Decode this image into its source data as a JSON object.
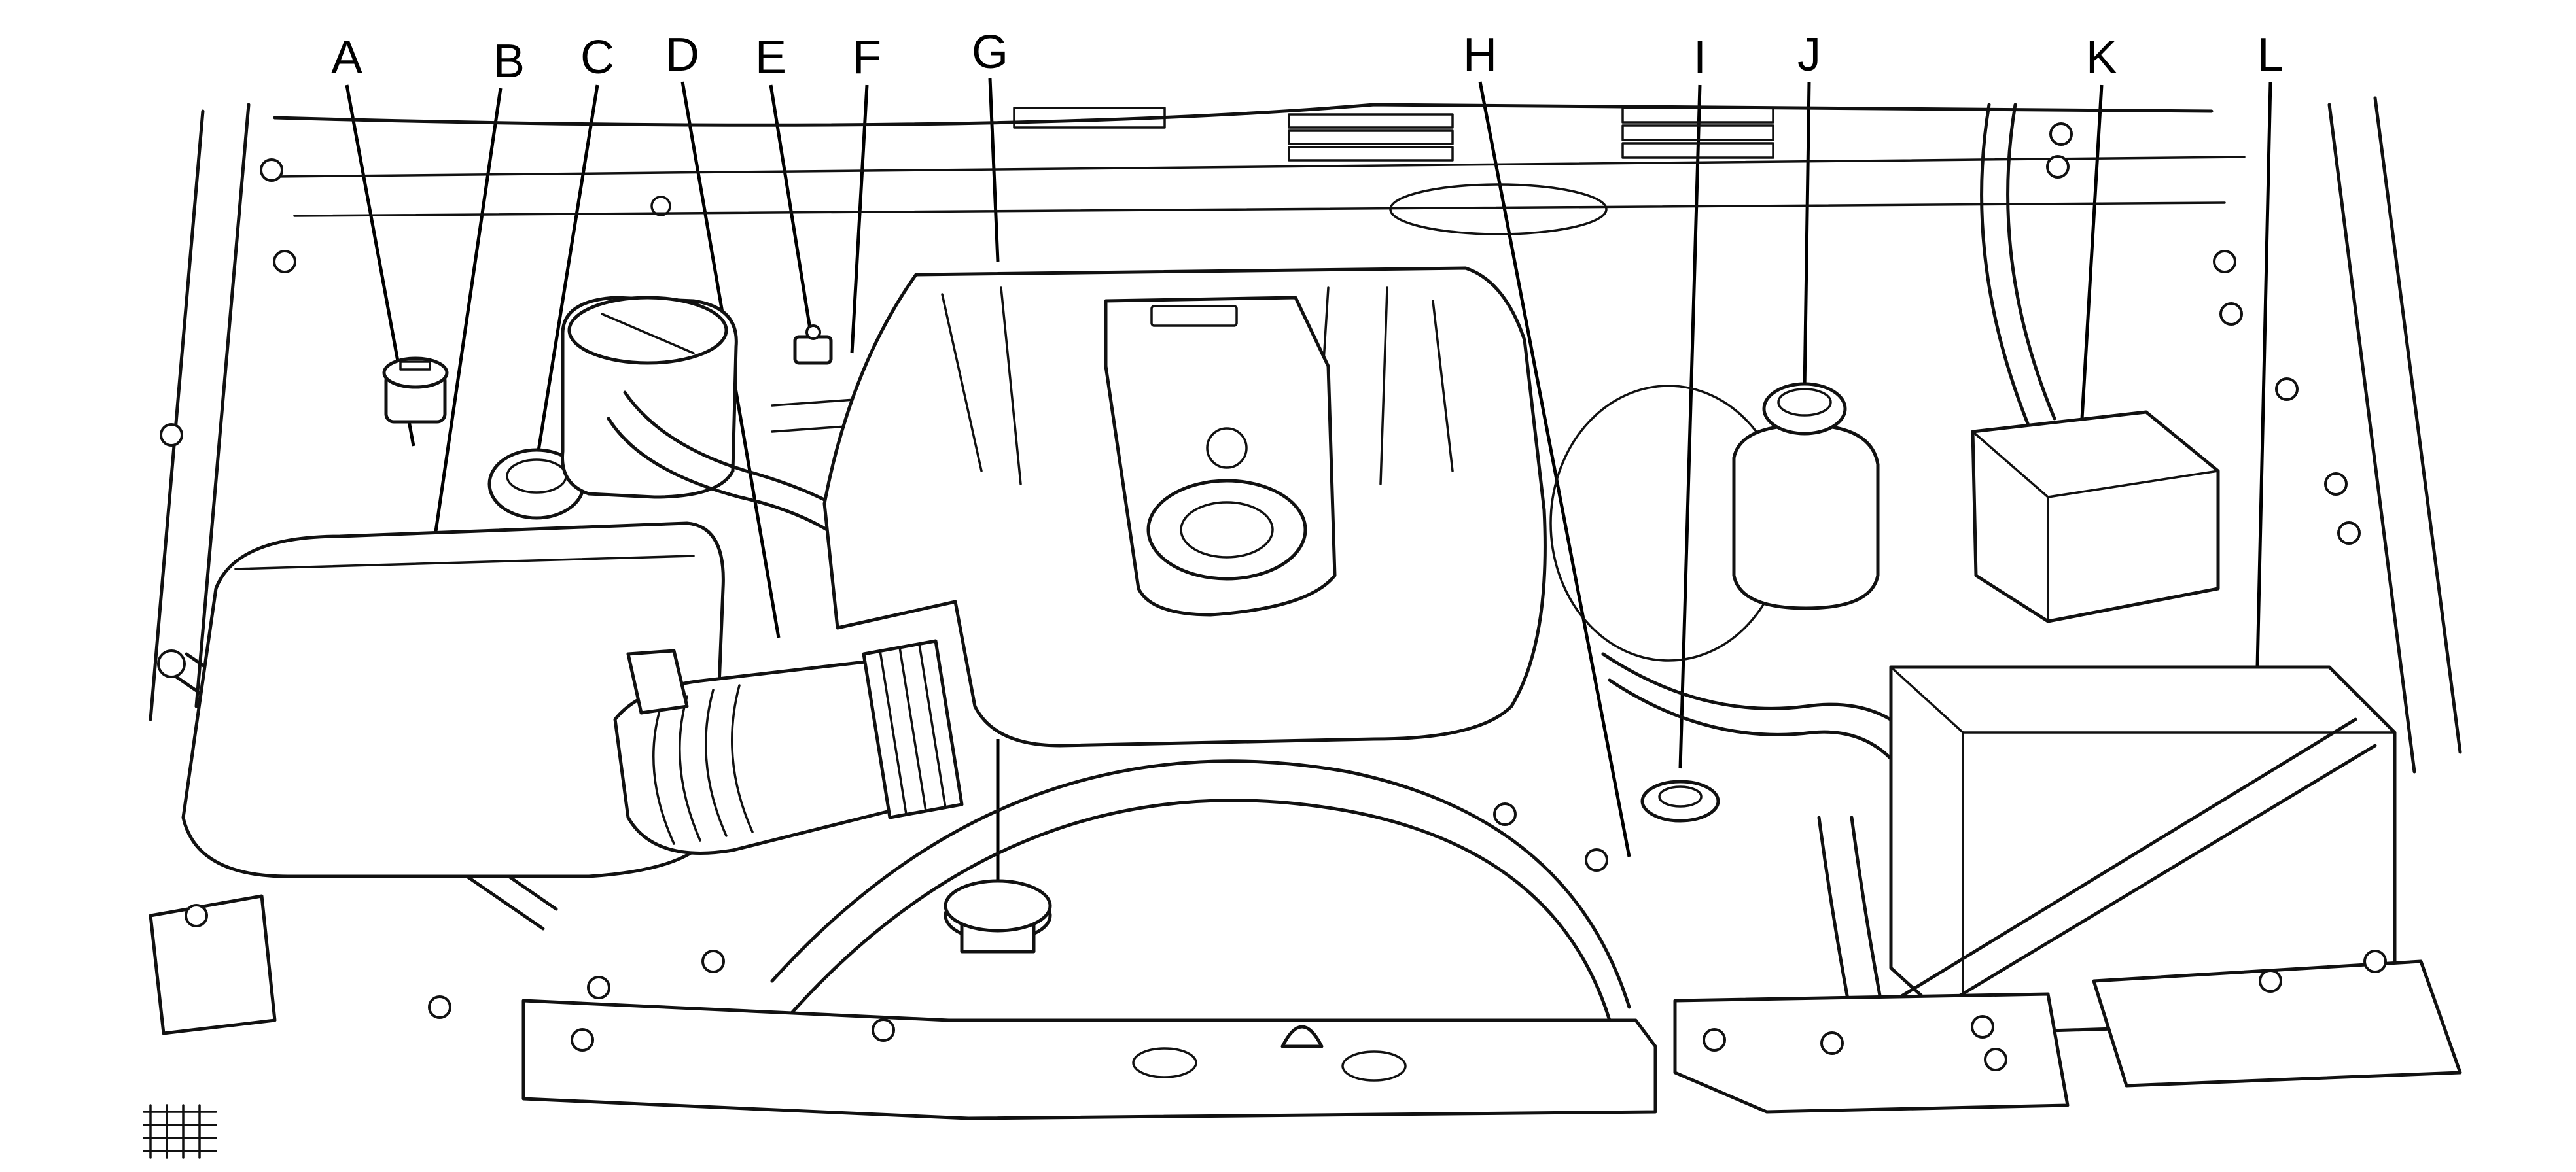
{
  "callouts": [
    {
      "letter": "A",
      "name": "callout-A"
    },
    {
      "letter": "B",
      "name": "callout-B"
    },
    {
      "letter": "C",
      "name": "callout-C"
    },
    {
      "letter": "D",
      "name": "callout-D"
    },
    {
      "letter": "E",
      "name": "callout-E"
    },
    {
      "letter": "F",
      "name": "callout-F"
    },
    {
      "letter": "G",
      "name": "callout-G"
    },
    {
      "letter": "H",
      "name": "callout-H"
    },
    {
      "letter": "I",
      "name": "callout-I"
    },
    {
      "letter": "J",
      "name": "callout-J"
    },
    {
      "letter": "K",
      "name": "callout-K"
    },
    {
      "letter": "L",
      "name": "callout-L"
    }
  ]
}
